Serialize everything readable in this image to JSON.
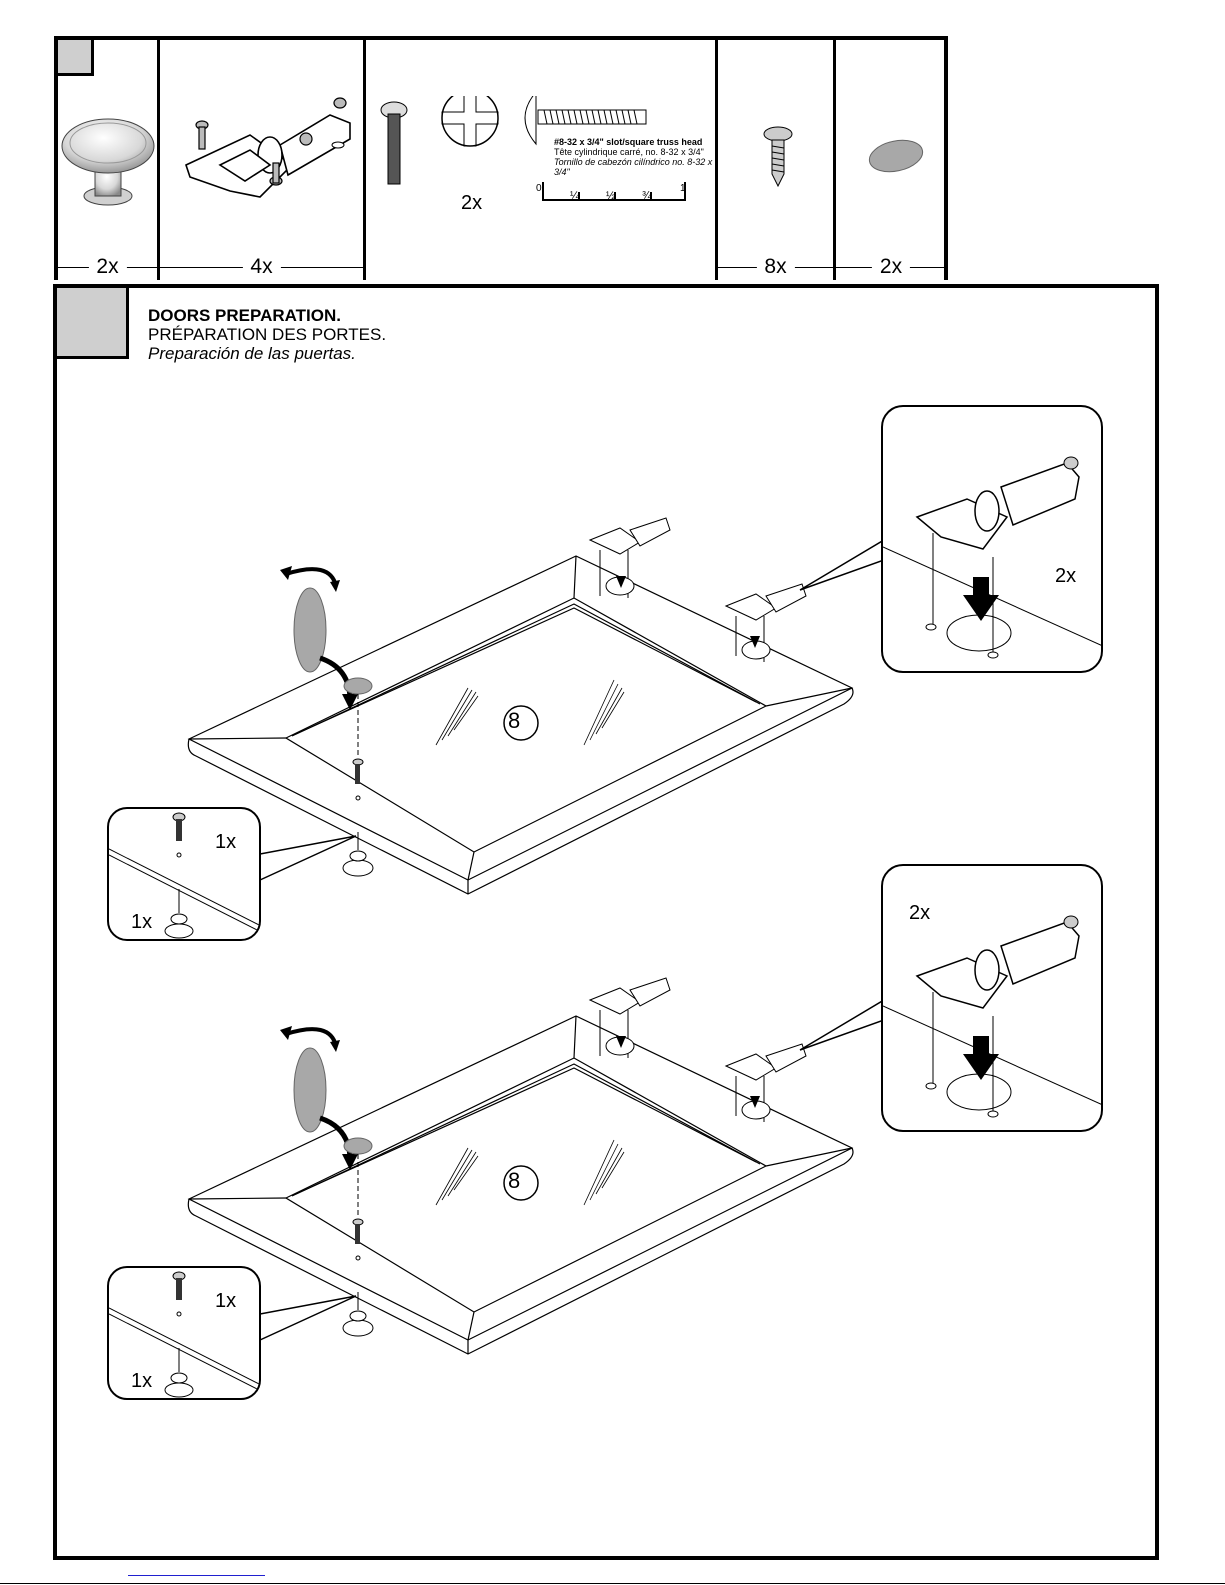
{
  "page": {
    "type": "assembly-instructions",
    "colors": {
      "ink": "#000000",
      "step_square": "#cfcfcf",
      "cap_gray": "#a8a8a8",
      "link": "#2020d0"
    }
  },
  "parts": [
    {
      "id": "knob",
      "icon": "knob-icon",
      "quantity": "2x"
    },
    {
      "id": "hinge",
      "icon": "hinge-icon",
      "quantity": "4x"
    },
    {
      "id": "truss-screw",
      "icon": "truss-screw-icon",
      "quantity": "2x",
      "spec": {
        "en": "#8-32 x 3/4\" slot/square truss head",
        "fr": "Tête cylindrique carré, no. 8-32 x 3/4\"",
        "es": "Tornillo de cabezón cilíndrico no. 8-32 x 3/4\""
      },
      "ruler": {
        "ticks": [
          "0",
          "¼",
          "½",
          "¾",
          "1"
        ],
        "unit": "inch"
      }
    },
    {
      "id": "wood-screw",
      "icon": "wood-screw-icon",
      "quantity": "8x"
    },
    {
      "id": "cap",
      "icon": "cap-icon",
      "quantity": "2x"
    }
  ],
  "step": {
    "title_en": "DOORS PREPARATION.",
    "title_fr": "PRÉPARATION DES PORTES.",
    "title_es": "Preparación de las puertas.",
    "doors": [
      {
        "part_number": "8",
        "hinge_callout_qty": "2x",
        "knob_callout": {
          "screw_qty": "1x",
          "knob_qty": "1x"
        }
      },
      {
        "part_number": "8",
        "hinge_callout_qty": "2x",
        "knob_callout": {
          "screw_qty": "1x",
          "knob_qty": "1x"
        }
      }
    ]
  }
}
